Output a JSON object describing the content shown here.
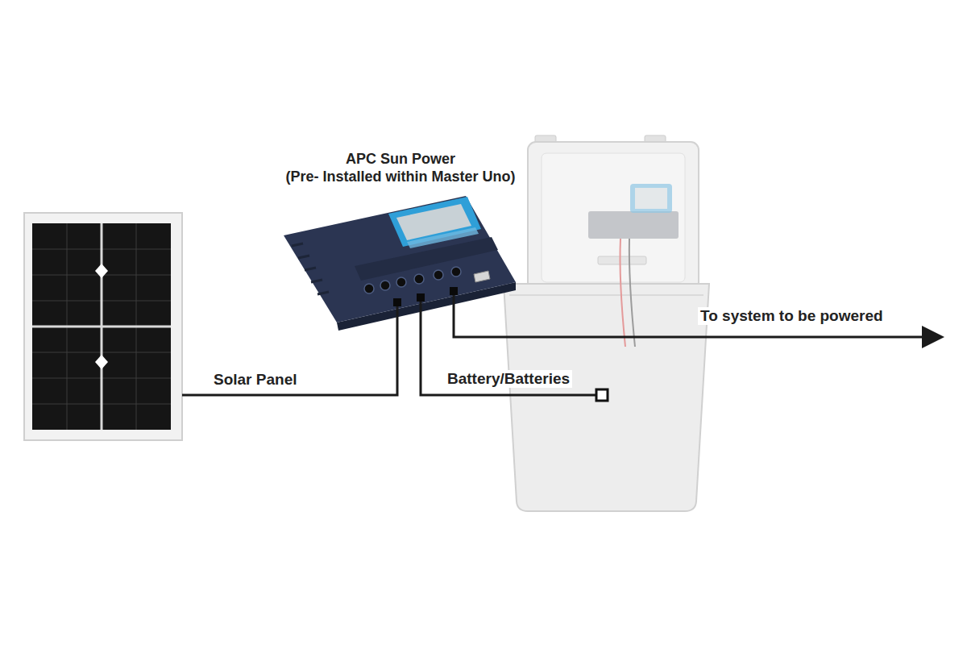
{
  "diagram": {
    "labels": [
      "APC Sun Power",
      "(Pre- Installed within Master Uno)",
      "Solar Panel",
      "Battery/Batteries",
      "To system to be powered"
    ]
  }
}
